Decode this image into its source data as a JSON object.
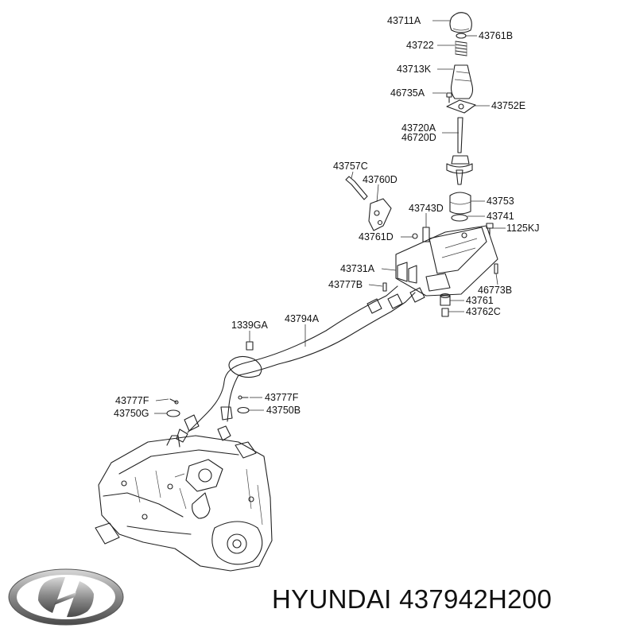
{
  "brand": {
    "name": "HYUNDAI",
    "part_number": "437942H200"
  },
  "labels": [
    {
      "id": "43711A",
      "text": "43711A"
    },
    {
      "id": "43761B",
      "text": "43761B"
    },
    {
      "id": "43722",
      "text": "43722"
    },
    {
      "id": "43713K",
      "text": "43713K"
    },
    {
      "id": "46735A",
      "text": "46735A"
    },
    {
      "id": "43752E",
      "text": "43752E"
    },
    {
      "id": "43720A",
      "text": "43720A"
    },
    {
      "id": "46720D",
      "text": "46720D"
    },
    {
      "id": "43757C",
      "text": "43757C"
    },
    {
      "id": "43760D",
      "text": "43760D"
    },
    {
      "id": "43753",
      "text": "43753"
    },
    {
      "id": "43743D",
      "text": "43743D"
    },
    {
      "id": "43741",
      "text": "43741"
    },
    {
      "id": "1125KJ",
      "text": "1125KJ"
    },
    {
      "id": "43761D",
      "text": "43761D"
    },
    {
      "id": "43731A",
      "text": "43731A"
    },
    {
      "id": "46773B",
      "text": "46773B"
    },
    {
      "id": "43777B",
      "text": "43777B"
    },
    {
      "id": "43761",
      "text": "43761"
    },
    {
      "id": "43762C",
      "text": "43762C"
    },
    {
      "id": "1339GA",
      "text": "1339GA"
    },
    {
      "id": "43794A",
      "text": "43794A"
    },
    {
      "id": "43777F_L",
      "text": "43777F"
    },
    {
      "id": "43750G",
      "text": "43750G"
    },
    {
      "id": "43777F_R",
      "text": "43777F"
    },
    {
      "id": "43750B",
      "text": "43750B"
    }
  ]
}
